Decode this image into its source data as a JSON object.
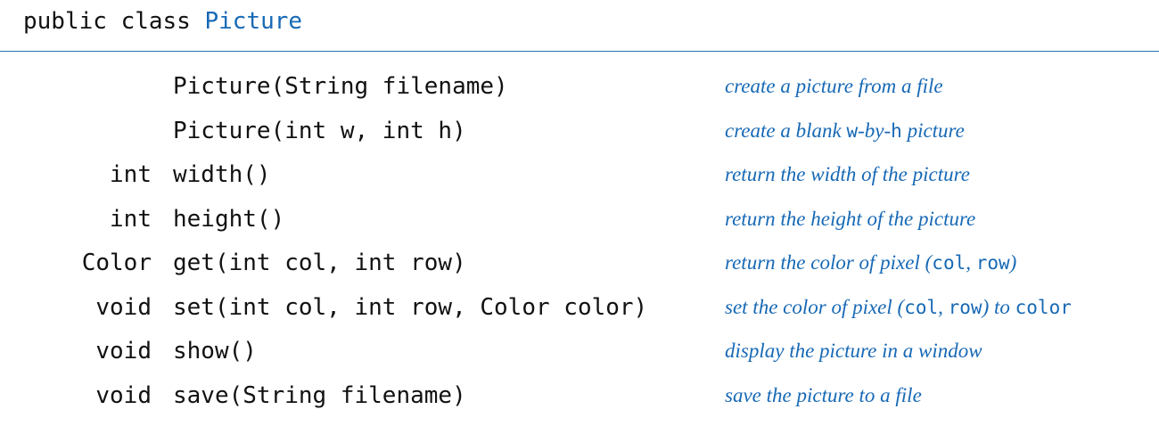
{
  "header": {
    "prefix": "public class ",
    "class_name": "Picture"
  },
  "rows": [
    {
      "return_type": "",
      "signature": "Picture(String filename)",
      "description": [
        "create a picture from a file"
      ]
    },
    {
      "return_type": "",
      "signature": "Picture(int w, int h)",
      "description": [
        "create a blank ",
        {
          "code": "w"
        },
        "-by-",
        {
          "code": "h"
        },
        " picture"
      ]
    },
    {
      "return_type": "int",
      "signature": "width()",
      "description": [
        "return the width of the picture"
      ]
    },
    {
      "return_type": "int",
      "signature": "height()",
      "description": [
        "return the height of the picture"
      ]
    },
    {
      "return_type": "Color",
      "signature": "get(int col, int row)",
      "description": [
        "return the color of pixel (",
        {
          "code": "col"
        },
        ", ",
        {
          "code": "row"
        },
        ")"
      ]
    },
    {
      "return_type": "void",
      "signature": "set(int col, int row, Color color)",
      "description": [
        "set the color of pixel (",
        {
          "code": "col"
        },
        ", ",
        {
          "code": "row"
        },
        ") to ",
        {
          "code": "color"
        }
      ]
    },
    {
      "return_type": "void",
      "signature": "show()",
      "description": [
        "display the picture in a window"
      ]
    },
    {
      "return_type": "void",
      "signature": "save(String filename)",
      "description": [
        "save the picture to a file"
      ]
    }
  ],
  "colors": {
    "accent": "#1769b5",
    "text": "#111111",
    "rule": "#2f6fb0"
  }
}
